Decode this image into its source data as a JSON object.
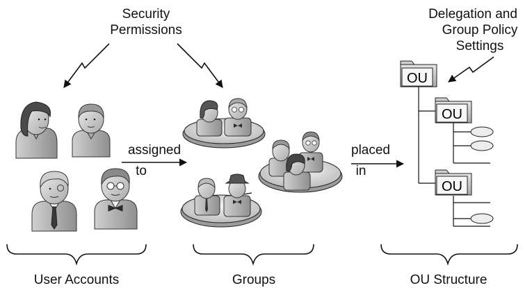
{
  "labels": {
    "security_line1": "Security",
    "security_line2": "Permissions",
    "delegation_line1": "Delegation and",
    "delegation_line2": "Group Policy",
    "delegation_line3": "Settings",
    "assigned_line1": "assigned",
    "assigned_line2": "to",
    "placed_line1": "placed",
    "placed_line2": "in",
    "user_accounts": "User Accounts",
    "groups": "Groups",
    "ou_structure": "OU Structure"
  },
  "ou": {
    "root_label": "OU",
    "child1_label": "OU",
    "child2_label": "OU"
  },
  "icon_names": [
    "lightning-arrow-icon",
    "person-icon",
    "folder-icon",
    "brace-icon",
    "arrow-icon"
  ]
}
